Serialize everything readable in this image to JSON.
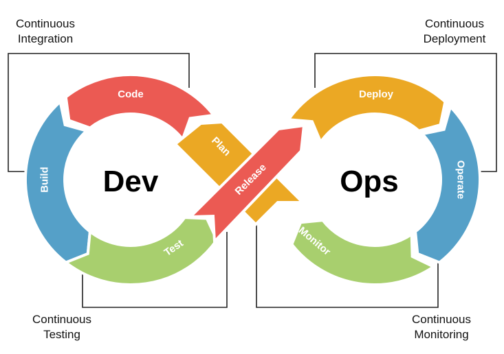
{
  "diagram": {
    "title": "DevOps infinity loop",
    "centers": {
      "left": "Dev",
      "right": "Ops"
    },
    "phases": [
      {
        "id": "code",
        "label": "Code",
        "color": "#EB5A53",
        "loop": "Dev"
      },
      {
        "id": "build",
        "label": "Build",
        "color": "#55A0C8",
        "loop": "Dev"
      },
      {
        "id": "test",
        "label": "Test",
        "color": "#A8CF6E",
        "loop": "Dev"
      },
      {
        "id": "release",
        "label": "Release",
        "color": "#EB5A53",
        "loop": "crossing"
      },
      {
        "id": "deploy",
        "label": "Deploy",
        "color": "#EBA824",
        "loop": "Ops"
      },
      {
        "id": "operate",
        "label": "Operate",
        "color": "#55A0C8",
        "loop": "Ops"
      },
      {
        "id": "monitor",
        "label": "Monitor",
        "color": "#A8CF6E",
        "loop": "Ops"
      },
      {
        "id": "plan",
        "label": "Plan",
        "color": "#EBA824",
        "loop": "crossing"
      }
    ],
    "groups": [
      {
        "id": "ci",
        "label": "Continuous\nIntegration",
        "position": "top-left"
      },
      {
        "id": "cd",
        "label": "Continuous\nDeployment",
        "position": "top-right"
      },
      {
        "id": "ct",
        "label": "Continuous\nTesting",
        "position": "bottom-left"
      },
      {
        "id": "cm",
        "label": "Continuous\nMonitoring",
        "position": "bottom-right"
      }
    ],
    "colors": {
      "red": "#EB5A53",
      "blue": "#55A0C8",
      "green": "#A8CF6E",
      "orange": "#EBA824",
      "frame": "#222222",
      "text": "#111111"
    }
  }
}
